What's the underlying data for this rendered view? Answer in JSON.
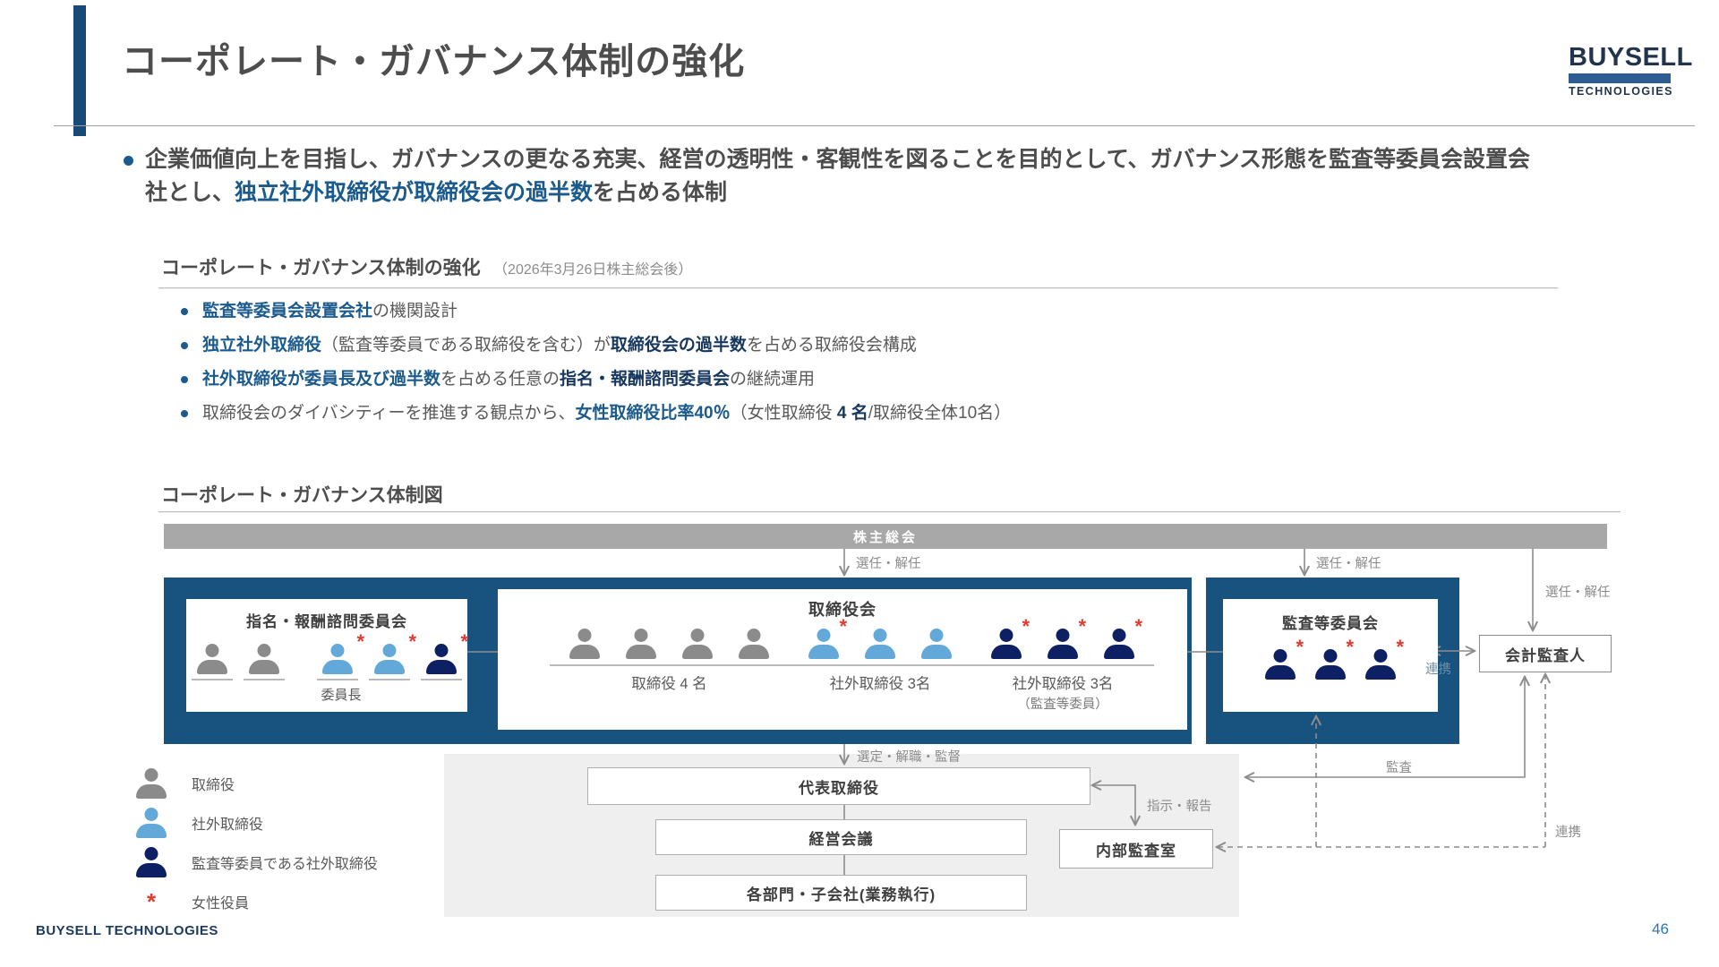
{
  "page": {
    "title": "コーポレート・ガバナンス体制の強化",
    "footer": "BUYSELL TECHNOLOGIES",
    "page_number": "46"
  },
  "logo": {
    "line1": "BUYSELL",
    "line2": "TECHNOLOGIES"
  },
  "colors": {
    "accent_navy": "#174a77",
    "diagram_navy": "#18537f",
    "text_blue": "#1b5a8c",
    "text_dark_navy": "#17375e",
    "person_gray": "#8b8b8b",
    "person_blue": "#62a8d8",
    "person_navy": "#0d2063",
    "female_marker_red": "#e03b30",
    "shareholders_bar_gray": "#a8a8a8"
  },
  "intro": {
    "segments": [
      {
        "t": "企業価値向上を目指し、ガバナンスの更なる充実、経営の透明性・客観性を図ることを目的として、ガバナンス形態を監査等委員会設置会社とし、",
        "s": "n"
      },
      {
        "t": "独立社外取締役が取締役会の過半数",
        "s": "b"
      },
      {
        "t": "を占める体制",
        "s": "n"
      }
    ]
  },
  "section1": {
    "title": "コーポレート・ガバナンス体制の強化",
    "subtitle": "（2026年3月26日株主総会後）",
    "bullets": [
      [
        {
          "t": "監査等委員会設置会社",
          "s": "b"
        },
        {
          "t": "の機関設計",
          "s": "n"
        }
      ],
      [
        {
          "t": "独立社外取締役",
          "s": "b"
        },
        {
          "t": "（監査等委員である取締役を含む）が",
          "s": "n"
        },
        {
          "t": "取締役会の過半数",
          "s": "d"
        },
        {
          "t": "を占める取締役会構成",
          "s": "n"
        }
      ],
      [
        {
          "t": "社外取締役が委員長及び過半数",
          "s": "b"
        },
        {
          "t": "を占める任意の",
          "s": "n"
        },
        {
          "t": "指名・報酬諮問委員会",
          "s": "d"
        },
        {
          "t": "の継続運用",
          "s": "n"
        }
      ],
      [
        {
          "t": "取締役会のダイバシティーを推進する観点から、",
          "s": "n"
        },
        {
          "t": "女性取締役比率40％",
          "s": "b"
        },
        {
          "t": "（女性取締役 ",
          "s": "n"
        },
        {
          "t": "4 名",
          "s": "d"
        },
        {
          "t": "/取締役全体10名）",
          "s": "n"
        }
      ]
    ]
  },
  "section2": {
    "title": "コーポレート・ガバナンス体制図"
  },
  "diagram": {
    "star_char": "*",
    "shareholders": "株主総会",
    "labels": {
      "appoint": "選任・解任",
      "select": "選定・解職・監督",
      "instruct": "指示・報告",
      "audit": "監査",
      "coop": "連携"
    },
    "nomination": {
      "title": "指名・報酬諮問委員会",
      "chair": "委員長",
      "persons": [
        {
          "c": "gray"
        },
        {
          "c": "gray"
        },
        {
          "c": "blue",
          "s": true
        },
        {
          "c": "blue",
          "s": true
        },
        {
          "c": "navy",
          "s": true
        }
      ]
    },
    "board": {
      "title": "取締役会",
      "groups": [
        {
          "label": "取締役 4 名",
          "persons": [
            {
              "c": "gray"
            },
            {
              "c": "gray"
            },
            {
              "c": "gray"
            },
            {
              "c": "gray"
            }
          ]
        },
        {
          "label": "社外取締役 3名",
          "persons": [
            {
              "c": "blue",
              "s": true
            },
            {
              "c": "blue"
            },
            {
              "c": "blue"
            }
          ]
        },
        {
          "label": "社外取締役 3名",
          "sublabel": "（監査等委員）",
          "persons": [
            {
              "c": "navy",
              "s": true
            },
            {
              "c": "navy",
              "s": true
            },
            {
              "c": "navy",
              "s": true
            }
          ]
        }
      ]
    },
    "audit_committee": {
      "title": "監査等委員会",
      "persons": [
        {
          "c": "navy",
          "s": true
        },
        {
          "c": "navy",
          "s": true
        },
        {
          "c": "navy",
          "s": true
        }
      ]
    },
    "accounting_auditor": "会計監査人",
    "ceo": "代表取締役",
    "management": "経営会議",
    "departments": "各部門・子会社(業務執行)",
    "internal_audit": "内部監査室"
  },
  "legend": {
    "items": [
      {
        "type": "gray",
        "label": "取締役"
      },
      {
        "type": "blue",
        "label": "社外取締役"
      },
      {
        "type": "navy",
        "label": "監査等委員である社外取締役"
      },
      {
        "type": "star",
        "label": "女性役員"
      }
    ]
  }
}
